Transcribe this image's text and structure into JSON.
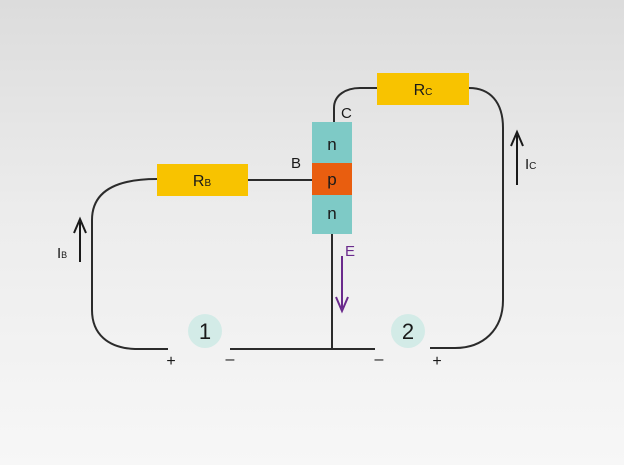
{
  "resistors": {
    "base": {
      "label": "R",
      "sub": "B"
    },
    "collector": {
      "label": "R",
      "sub": "C"
    }
  },
  "transistor": {
    "layers": [
      "n",
      "p",
      "n"
    ],
    "terminals": {
      "base": "B",
      "collector": "C",
      "emitter": "E"
    }
  },
  "currents": {
    "base": {
      "label": "I",
      "sub": "B"
    },
    "collector": {
      "label": "I",
      "sub": "C"
    }
  },
  "sources": [
    {
      "number": "1",
      "positive": "+",
      "negative": "–"
    },
    {
      "number": "2",
      "negative": "–",
      "positive": "+"
    }
  ],
  "colors": {
    "resistor": "#f8c300",
    "n_layer": "#7ecac6",
    "p_layer": "#e95e0f",
    "wire": "#2b2b2b",
    "emitter_arrow": "#6a2a8c",
    "source_circle": "#d3ebe7"
  }
}
